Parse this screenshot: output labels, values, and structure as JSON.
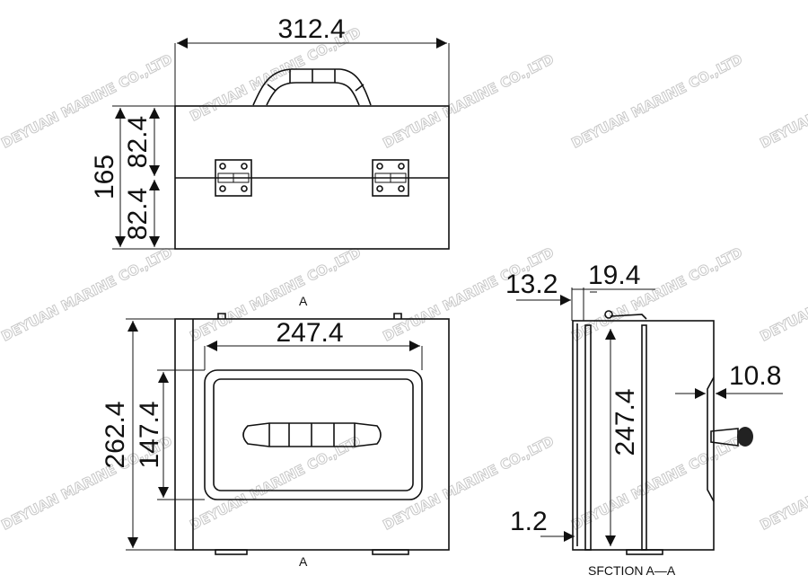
{
  "watermark": "DEYUAN MARINE CO.,LTD",
  "top_view": {
    "width": "312.4",
    "height": "165",
    "upper_half": "82.4",
    "lower_half": "82.4"
  },
  "front_view": {
    "inner_width": "247.4",
    "height": "262.4",
    "inner_height": "147.4",
    "section_mark_top": "A",
    "section_mark_bottom": "A"
  },
  "section_view": {
    "dim_a": "13.2",
    "dim_b": "19.4",
    "inner_height": "247.4",
    "door_depth": "10.8",
    "wall": "1.2",
    "caption": "SFCTION A—A"
  },
  "colors": {
    "line": "#111111",
    "watermark": "#c8c8c8"
  }
}
